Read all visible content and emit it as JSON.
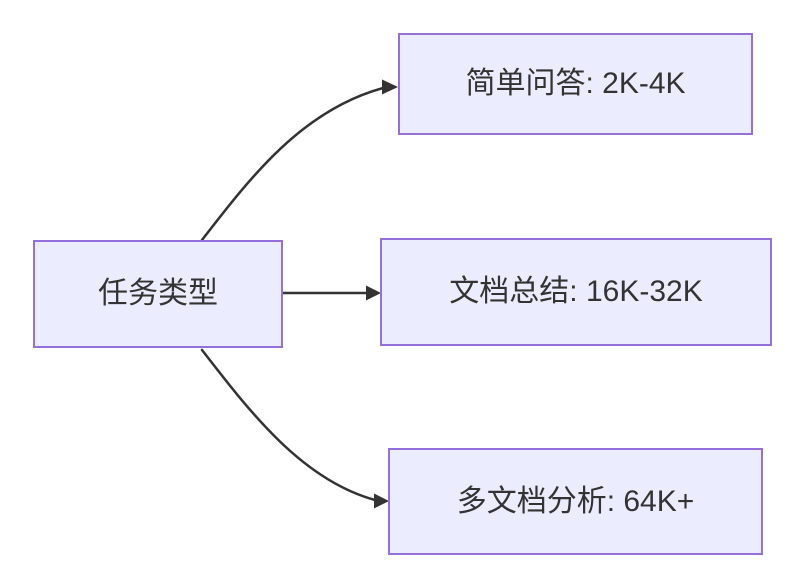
{
  "diagram": {
    "type": "flowchart",
    "direction": "left-to-right",
    "background_color": "#ffffff",
    "node_fill_color": "#ECECFF",
    "node_border_color": "#9370DB",
    "edge_color": "#333333",
    "text_color": "#333333",
    "source_node": {
      "label": "任务类型"
    },
    "target_nodes": [
      {
        "label": "简单问答: 2K-4K"
      },
      {
        "label": "文档总结: 16K-32K"
      },
      {
        "label": "多文档分析: 64K+"
      }
    ],
    "edges": [
      {
        "from": "任务类型",
        "to": "简单问答: 2K-4K"
      },
      {
        "from": "任务类型",
        "to": "文档总结: 16K-32K"
      },
      {
        "from": "任务类型",
        "to": "多文档分析: 64K+"
      }
    ]
  }
}
